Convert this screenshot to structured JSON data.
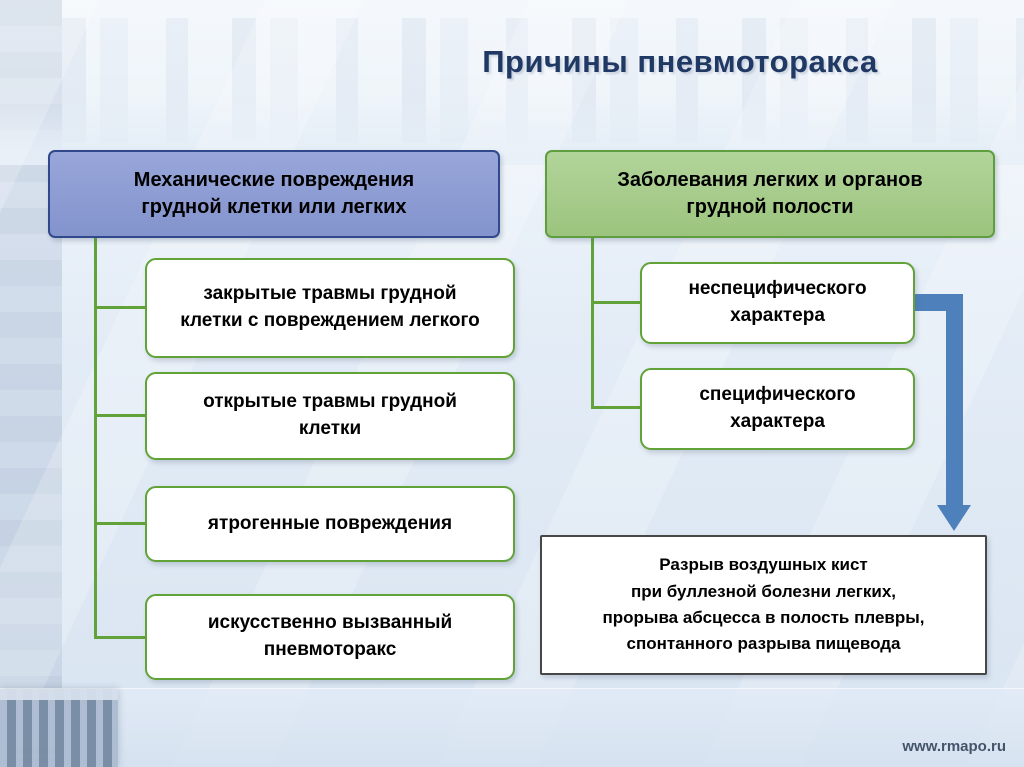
{
  "slide": {
    "title": "Причины пневмоторакса",
    "footer_url": "www.rmapo.ru"
  },
  "left_branch": {
    "header": "Механические повреждения грудной клетки или легких",
    "items": [
      {
        "label": "закрытые травмы грудной клетки с повреждением легкого"
      },
      {
        "label": "открытые травмы грудной клетки"
      },
      {
        "label": "ятрогенные повреждения"
      },
      {
        "label": "искусственно вызванный пневмоторакс"
      }
    ]
  },
  "right_branch": {
    "header": "Заболевания легких и органов грудной полости",
    "items": [
      {
        "label": "неспецифического характера"
      },
      {
        "label": "специфического характера"
      }
    ]
  },
  "note_box": {
    "lines": [
      "Разрыв воздушных кист",
      "при буллезной болезни легких,",
      "прорыва абсцесса в полость плевры,",
      "спонтанного разрыва пищевода"
    ]
  },
  "colors": {
    "title_text": "#1f3864",
    "left_header_fill": "#8d9cd3",
    "left_header_border": "#31498c",
    "right_header_fill": "#a7cc8c",
    "green_connector": "#61a338",
    "node_border": "#61a338",
    "arrow_blue": "#4e80bc",
    "note_border": "#474747",
    "footer_text": "#44546a"
  }
}
